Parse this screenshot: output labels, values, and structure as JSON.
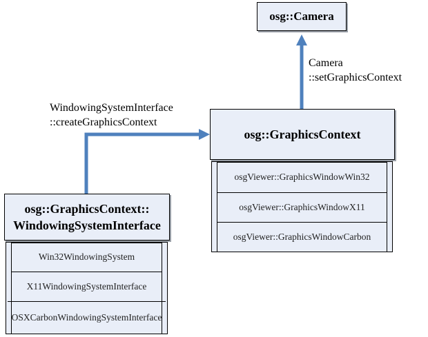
{
  "camera": {
    "title": "osg::Camera"
  },
  "graphics_context": {
    "title": "osg::GraphicsContext",
    "implementations": [
      "osgViewer::GraphicsWindowWin32",
      "osgViewer::GraphicsWindowX11",
      "osgViewer::GraphicsWindowCarbon"
    ]
  },
  "windowing_system_interface": {
    "title_line1": "osg::GraphicsContext::",
    "title_line2": "WindowingSystemInterface",
    "implementations": [
      "Win32WindowingSystem",
      "X11WindowingSystemInterface",
      "OSXCarbonWindowingSystemInterface"
    ]
  },
  "edges": {
    "set_context_line1": "Camera",
    "set_context_line2": "::setGraphicsContext",
    "create_context_line1": "WindowingSystemInterface",
    "create_context_line2": "::createGraphicsContext"
  },
  "colors": {
    "arrow": "#4f81bd",
    "box_fill": "#e9eef8"
  }
}
